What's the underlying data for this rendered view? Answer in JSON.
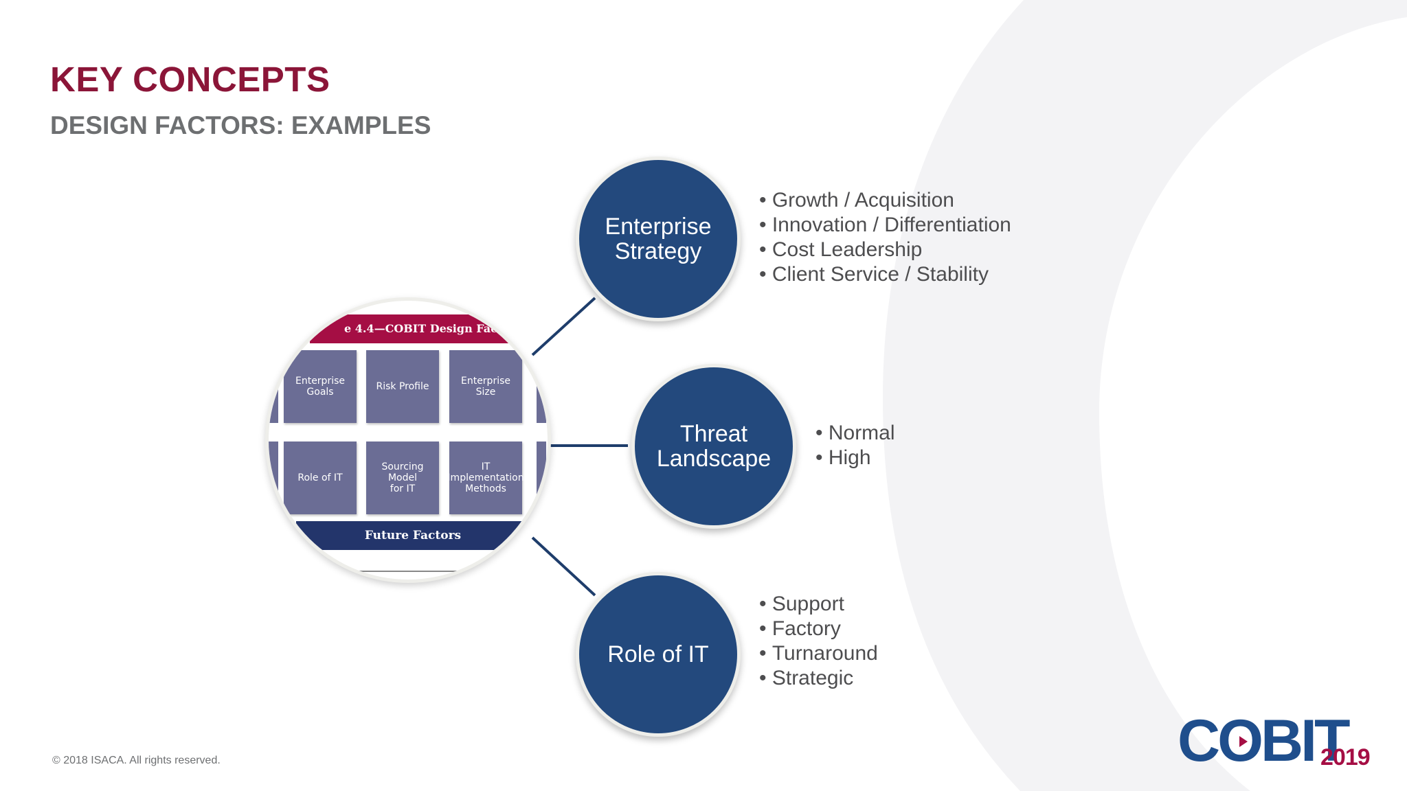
{
  "header": {
    "title": "KEY CONCEPTS",
    "subtitle": "DESIGN FACTORS: EXAMPLES"
  },
  "figure": {
    "banner": "e 4.4—COBIT Design Fac",
    "tiles": [
      "Enterprise\nGoals",
      "Risk Profile",
      "Enterprise\nSize",
      "Role of IT",
      "Sourcing\nModel\nfor IT",
      "IT\nImplementation\nMethods"
    ],
    "footer": "Future Factors",
    "colors": {
      "banner": "#a50e44",
      "tile": "#6b6d95",
      "footer": "#23356b"
    }
  },
  "factors": [
    {
      "label": "Enterprise\nStrategy",
      "examples": [
        "Growth / Acquisition",
        "Innovation / Differentiation",
        "Cost Leadership",
        "Client Service / Stability"
      ]
    },
    {
      "label": "Threat\nLandscape",
      "examples": [
        "Normal",
        "High"
      ]
    },
    {
      "label": "Role of IT",
      "examples": [
        "Support",
        "Factory",
        "Turnaround",
        "Strategic"
      ]
    }
  ],
  "footer": {
    "copyright": "© 2018 ISACA. All rights reserved."
  },
  "logo": {
    "text": "COBIT",
    "year": "2019",
    "colors": {
      "primary": "#1f4e8c",
      "accent": "#a50e44"
    }
  },
  "colors": {
    "title": "#8b1538",
    "subtitle": "#6d6f71",
    "factor_fill": "#23497d",
    "connector": "#1e3d6b",
    "bullet_text": "#4d4d4f"
  }
}
